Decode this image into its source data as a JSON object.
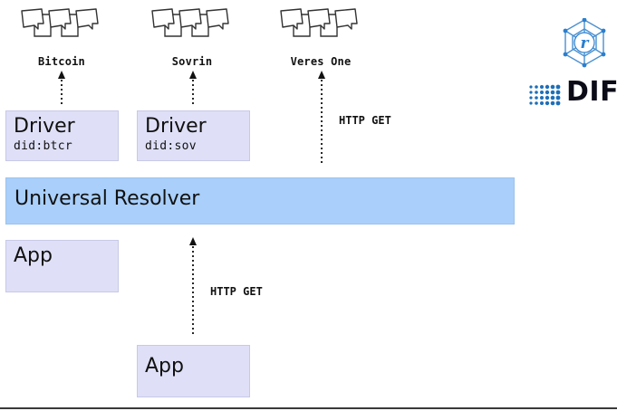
{
  "ledgers": [
    {
      "name": "Bitcoin"
    },
    {
      "name": "Sovrin"
    },
    {
      "name": "Veres One"
    }
  ],
  "drivers": [
    {
      "title": "Driver",
      "method": "did:btcr"
    },
    {
      "title": "Driver",
      "method": "did:sov"
    }
  ],
  "resolver": {
    "label": "Universal Resolver"
  },
  "apps": [
    {
      "label": "App"
    },
    {
      "label": "App"
    }
  ],
  "http_labels": [
    {
      "text": "HTTP GET"
    },
    {
      "text": "HTTP GET"
    }
  ],
  "logos": {
    "reference_impl": {
      "letter": "r",
      "icon": "network-globe-icon"
    },
    "dif": {
      "text": "DIF",
      "icon": "dot-grid-icon",
      "color": "#1e6fb8"
    }
  },
  "colors": {
    "driver_box": "#dfe0f7",
    "resolver_bar": "#a9cffa",
    "logo_blue": "#2a7fcf"
  }
}
